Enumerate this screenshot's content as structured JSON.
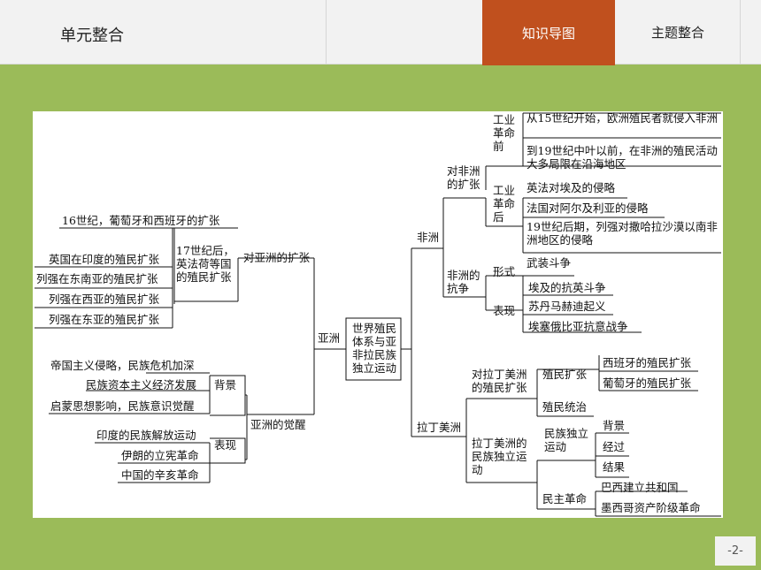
{
  "header": {
    "unit_title": "单元整合",
    "tab_active": "知识导图",
    "tab_theme": "主题整合"
  },
  "page_number": "-2-",
  "mindmap": {
    "root": "世界殖民体系与亚非拉民族独立运动",
    "asia": {
      "label": "亚洲",
      "expansion": "对亚洲的扩张",
      "c17": "17世纪后，英法荷等国的殖民扩张",
      "c16": "16世纪，葡萄牙和西班牙的扩张",
      "india": "英国在印度的殖民扩张",
      "southeast": "列强在东南亚的殖民扩张",
      "west": "列强在西亚的殖民扩张",
      "east": "列强在东亚的殖民扩张",
      "awakening": "亚洲的觉醒",
      "background": "背景",
      "bg1": "帝国主义侵略，民族危机加深",
      "bg2": "民族资本主义经济发展",
      "bg3": "启蒙思想影响，民族意识觉醒",
      "manifest": "表现",
      "m1": "印度的民族解放运动",
      "m2": "伊朗的立宪革命",
      "m3": "中国的辛亥革命"
    },
    "africa": {
      "label": "非洲",
      "expansion": "对非洲的扩张",
      "pre": "工业革命前",
      "pre1": "从15世纪开始，欧洲殖民者就侵入非洲",
      "pre2": "到19世纪中叶以前，在非洲的殖民活动大多局限在沿海地区",
      "post": "工业革命后",
      "post1": "英法对埃及的侵略",
      "post2": "法国对阿尔及利亚的侵略",
      "post3": "19世纪后期，列强对撒哈拉沙漠以南非洲地区的侵略",
      "resist": "非洲的抗争",
      "form": "形式",
      "form1": "武装斗争",
      "show": "表现",
      "s1": "埃及的抗英斗争",
      "s2": "苏丹马赫迪起义",
      "s3": "埃塞俄比亚抗意战争"
    },
    "latin": {
      "label": "拉丁美洲",
      "expansion": "对拉丁美洲的殖民扩张",
      "colonial": "殖民扩张",
      "spain": "西班牙的殖民扩张",
      "portugal": "葡萄牙的殖民扩张",
      "rule": "殖民统治",
      "independence": "拉丁美洲的民族独立运动",
      "indep_move": "民族独立运动",
      "bg": "背景",
      "process": "经过",
      "result": "结果",
      "democratic": "民主革命",
      "brazil": "巴西建立共和国",
      "mexico": "墨西哥资产阶级革命"
    }
  }
}
